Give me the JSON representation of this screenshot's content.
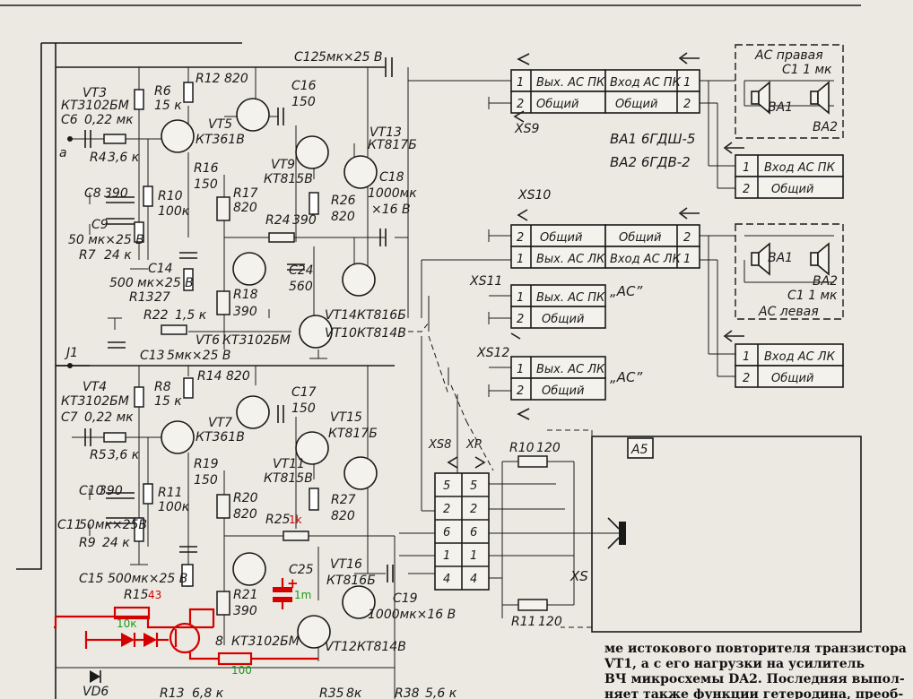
{
  "schematic": {
    "top_channel": {
      "transistors": {
        "vt3": "VT3",
        "vt3_type": "КТ3102БМ",
        "vt5": "VT5",
        "vt5_type": "КТ361В",
        "vt9": "VT9",
        "vt9_type": "КТ815В",
        "vt13": "VT13",
        "vt13_type": "КТ817Б",
        "vt14": "VT14",
        "vt14_type": "КТ816Б",
        "vt10": "VT10",
        "vt10_type": "КТ814В",
        "vt6": "VT6",
        "vt6_type": "КТ3102БМ"
      },
      "resistors": {
        "r6": "R6",
        "r6_val": "15 к",
        "r12": "R12",
        "r12_val": "820",
        "r4": "R4",
        "r4_val": "3,6 к",
        "r10": "R10",
        "r10_val": "100к",
        "r16": "R16",
        "r16_val": "150",
        "r17": "R17",
        "r17_val": "820",
        "r26": "R26",
        "r26_val": "820",
        "r7": "R7",
        "r7_val": "24 к",
        "r24": "R24",
        "r24_val": "390",
        "r18": "R18",
        "r18_val": "390",
        "r13": "R13",
        "r13_val": "27",
        "r22": "R22",
        "r22_val": "1,5 к"
      },
      "capacitors": {
        "c12": "C12",
        "c12_val": "5мк×25 В",
        "c6": "C6",
        "c6_val": "0,22 мк",
        "c16": "C16",
        "c16_val": "150",
        "c18": "C18",
        "c18_val": "1000мк",
        "c18_val2": "×16 В",
        "c8": "C8",
        "c8_val": "390",
        "c9": "C9",
        "c9_val": "50 мк×25 В",
        "c14": "C14",
        "c14_val": "500 мк×25 В",
        "c24": "C24",
        "c24_val": "560",
        "c13": "C13",
        "c13_val": "5мк×25 В"
      },
      "input": "a",
      "jumper": "J1"
    },
    "bottom_channel": {
      "transistors": {
        "vt4": "VT4",
        "vt4_type": "КТ3102БМ",
        "vt7": "VT7",
        "vt7_type": "КТ361В",
        "vt15": "VT15",
        "vt15_type": "КТ817Б",
        "vt11": "VT11",
        "vt11_type": "КТ815В",
        "vt16": "VT16",
        "vt16_type": "КТ816Б",
        "vt12": "VT12",
        "vt12_type": "КТ814В",
        "vt8": "8",
        "vt8_type": "КТ3102БМ",
        "vd6": "VD6"
      },
      "resistors": {
        "r8": "R8",
        "r8_val": "15 к",
        "r14": "R14",
        "r14_val": "820",
        "r5": "R5",
        "r5_val": "3,6 к",
        "r11": "R11",
        "r11_val": "100к",
        "r19": "R19",
        "r19_val": "150",
        "r20": "R20",
        "r20_val": "820",
        "r27": "R27",
        "r27_val": "820",
        "r9": "R9",
        "r9_val": "24 к",
        "r25": "R25",
        "r21": "R21",
        "r21_val": "390",
        "r15": "R15",
        "r13b": "R13",
        "r13b_val": "6,8 к",
        "r35": "R35",
        "r35_val": "8к",
        "r38": "R38",
        "r38_val": "5,6 к"
      },
      "capacitors": {
        "c7": "C7",
        "c7_val": "0,22 мк",
        "c17": "C17",
        "c17_val": "150",
        "c10": "C10",
        "c10_val": "390",
        "c11": "C11",
        "c11_val": "50мк×25В",
        "c15": "C15",
        "c15_val": "500мк×25 В",
        "c25": "C25",
        "c19": "C19",
        "c19_val": "1000мк×16 В"
      }
    },
    "connectors": {
      "xs9": "XS9",
      "xs10": "XS10",
      "xs11": "XS11",
      "xs12": "XS12",
      "xs8": "XS8",
      "xp": "XP",
      "xs": "XS",
      "a5": "A5",
      "r10b": "R10",
      "r10b_val": "120",
      "r11b": "R11",
      "r11b_val": "120",
      "xs8_rows": [
        [
          "5",
          "5"
        ],
        [
          "2",
          "2"
        ],
        [
          "6",
          "6"
        ],
        [
          "1",
          "1"
        ],
        [
          "4",
          "4"
        ]
      ]
    },
    "tables": {
      "t9_left": [
        {
          "num": "1",
          "label": "Вых. АС ПК"
        },
        {
          "num": "2",
          "label": "Общий"
        }
      ],
      "t9_right": [
        {
          "label": "Вход АС ПК",
          "num": "1"
        },
        {
          "label": "Общий",
          "num": "2"
        }
      ],
      "t10_left": [
        {
          "num": "2",
          "label": "Общий"
        },
        {
          "num": "1",
          "label": "Вых. АС ЛК"
        }
      ],
      "t10_right": [
        {
          "label": "Общий",
          "num": "2"
        },
        {
          "label": "Вход АС ЛК",
          "num": "1"
        }
      ],
      "t11": [
        {
          "num": "1",
          "label": "Вых. АС ПК"
        },
        {
          "num": "2",
          "label": "Общий"
        }
      ],
      "t12": [
        {
          "num": "1",
          "label": "Вых. АС ЛК"
        },
        {
          "num": "2",
          "label": "Общий"
        }
      ],
      "sp_right_in": [
        {
          "num": "1",
          "label": "Вход АС ПК"
        },
        {
          "num": "2",
          "label": "Общий"
        }
      ],
      "sp_left_in": [
        {
          "num": "1",
          "label": "Вход АС ЛК"
        },
        {
          "num": "2",
          "label": "Общий"
        }
      ]
    },
    "speakers": {
      "right_title": "АС правая",
      "right_cap": "C1 1 мк",
      "left_title": "АС левая",
      "left_cap": "C1 1 мк",
      "ba1": "BA1",
      "ba2": "BA2",
      "spec1": "ВА1 6ГДШ-5",
      "spec2": "ВА2 6ГДВ-2",
      "ac_label": "„АС”"
    },
    "annotations": {
      "r25_new": "1k",
      "r15_new": "43",
      "c25_new": "1m",
      "r_new_top": "10к",
      "r_new_bottom": "100",
      "c25_plus": "+"
    },
    "colors": {
      "ink": "#1a1a1a",
      "paper": "#ece9e2",
      "annotation_red": "#d40000",
      "annotation_green": "#1a9a1a"
    }
  },
  "article": {
    "lines": [
      "ме истокового повторителя транзистора",
      "VT1, а с его нагрузки на усилитель",
      "ВЧ микросхемы DA2. Последняя выпол-",
      "няет также функции гетеродина, преоб-"
    ]
  }
}
